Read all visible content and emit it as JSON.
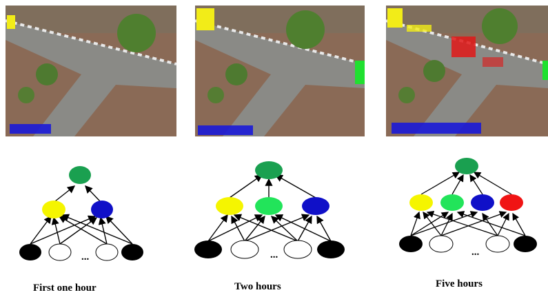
{
  "panels": [
    {
      "caption": "First one hour",
      "ellipsis": "...",
      "middle_nodes": [
        "yellow",
        "blue"
      ]
    },
    {
      "caption": "Two hours",
      "ellipsis": "...",
      "middle_nodes": [
        "yellow",
        "green",
        "blue"
      ]
    },
    {
      "caption": "Five hours",
      "ellipsis": "...",
      "middle_nodes": [
        "yellow",
        "green",
        "blue",
        "red"
      ]
    }
  ],
  "colors": {
    "top_node": "#1aa050",
    "yellow": "#f5f500",
    "green": "#22e45a",
    "blue": "#1010c8",
    "red": "#f01414",
    "input_dark": "#000000",
    "input_light": "#ffffff"
  },
  "photo_markers": {
    "yellow": "#f2ec18",
    "green": "#20e030",
    "blue": "#1a1ad8",
    "red": "#e01818"
  }
}
